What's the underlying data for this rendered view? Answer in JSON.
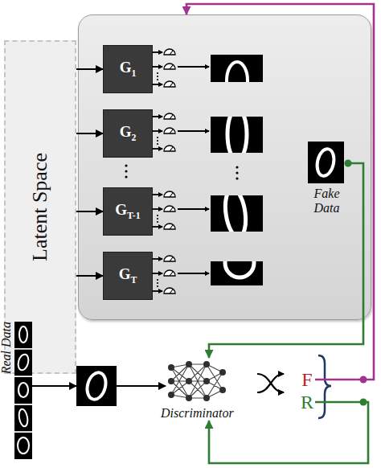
{
  "diagram": {
    "nodes": [
      {
        "text": [
          "Latent Space"
        ]
      },
      {
        "text": []
      },
      {
        "text": [
          "G1"
        ],
        "in": 1
      },
      {
        "text": [
          "G2"
        ],
        "in": 1
      },
      {
        "text": [
          "GT-1"
        ],
        "in": 1
      },
      {
        "text": [
          "GT"
        ],
        "in": 1
      },
      {
        "text": [
          "Fake Data"
        ],
        "in": 1
      },
      {
        "text": [
          "Real Data"
        ]
      },
      {
        "text": []
      },
      {
        "text": [
          "Discriminator"
        ]
      },
      {
        "text": [
          "F"
        ]
      },
      {
        "text": [
          "R"
        ]
      }
    ],
    "edges": [
      {
        "from": 0,
        "to": 2,
        "arrow": "to"
      },
      {
        "from": 0,
        "to": 3,
        "arrow": "to"
      },
      {
        "from": 0,
        "to": 4,
        "arrow": "to"
      },
      {
        "from": 0,
        "to": 5,
        "arrow": "to"
      },
      {
        "from": 6,
        "to": 9,
        "arrow": "to"
      },
      {
        "from": 7,
        "to": 8,
        "arrow": "to"
      },
      {
        "from": 8,
        "to": 9,
        "arrow": "to"
      },
      {
        "from": 10,
        "to": 1,
        "arrow": "to"
      },
      {
        "from": 11,
        "to": 9,
        "arrow": "to"
      }
    ]
  }
}
